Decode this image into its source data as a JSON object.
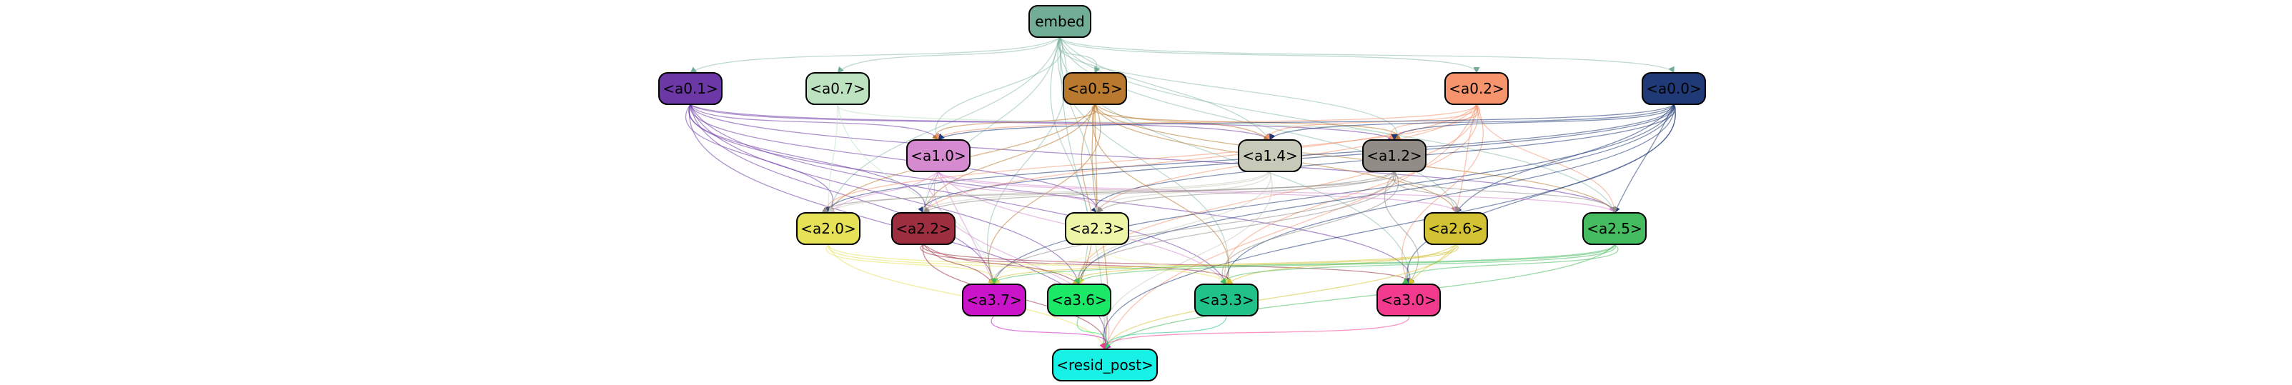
{
  "nodes": [
    {
      "id": "embed",
      "label": "embed",
      "color": "#72ad96"
    },
    {
      "id": "a0_1",
      "label": "<a0.1>",
      "color": "#6b38a6"
    },
    {
      "id": "a0_7",
      "label": "<a0.7>",
      "color": "#bce2c0"
    },
    {
      "id": "a0_5",
      "label": "<a0.5>",
      "color": "#b97a30"
    },
    {
      "id": "a0_2",
      "label": "<a0.2>",
      "color": "#f6946e"
    },
    {
      "id": "a0_0",
      "label": "<a0.0>",
      "color": "#1f3a77"
    },
    {
      "id": "a1_0",
      "label": "<a1.0>",
      "color": "#d68acf"
    },
    {
      "id": "a1_4",
      "label": "<a1.4>",
      "color": "#c8cab9"
    },
    {
      "id": "a1_2",
      "label": "<a1.2>",
      "color": "#918d86"
    },
    {
      "id": "a2_0",
      "label": "<a2.0>",
      "color": "#e6e257"
    },
    {
      "id": "a2_2",
      "label": "<a2.2>",
      "color": "#9c2e40"
    },
    {
      "id": "a2_3",
      "label": "<a2.3>",
      "color": "#eef5a7"
    },
    {
      "id": "a2_6",
      "label": "<a2.6>",
      "color": "#d3c233"
    },
    {
      "id": "a2_5",
      "label": "<a2.5>",
      "color": "#45bc5f"
    },
    {
      "id": "a3_7",
      "label": "<a3.7>",
      "color": "#c914c9"
    },
    {
      "id": "a3_6",
      "label": "<a3.6>",
      "color": "#1ae866"
    },
    {
      "id": "a3_3",
      "label": "<a3.3>",
      "color": "#21c18a"
    },
    {
      "id": "a3_0",
      "label": "<a3.0>",
      "color": "#f23b8e"
    },
    {
      "id": "resid_post",
      "label": "<resid_post>",
      "color": "#17f1e6"
    }
  ],
  "edges": [
    [
      "embed",
      "a0_1"
    ],
    [
      "embed",
      "a0_7"
    ],
    [
      "embed",
      "a0_5"
    ],
    [
      "embed",
      "a0_2"
    ],
    [
      "embed",
      "a0_0"
    ],
    [
      "embed",
      "a1_0"
    ],
    [
      "embed",
      "a1_4"
    ],
    [
      "embed",
      "a1_2"
    ],
    [
      "embed",
      "a2_0"
    ],
    [
      "embed",
      "a2_2"
    ],
    [
      "embed",
      "a2_3"
    ],
    [
      "embed",
      "a2_6"
    ],
    [
      "embed",
      "a2_5"
    ],
    [
      "embed",
      "a3_7"
    ],
    [
      "embed",
      "a3_6"
    ],
    [
      "embed",
      "a3_3"
    ],
    [
      "embed",
      "a3_0"
    ],
    [
      "embed",
      "resid_post"
    ],
    [
      "a0_1",
      "a1_0"
    ],
    [
      "a0_1",
      "a1_4"
    ],
    [
      "a0_1",
      "a1_2"
    ],
    [
      "a0_1",
      "a2_0"
    ],
    [
      "a0_1",
      "a2_2"
    ],
    [
      "a0_1",
      "a2_3"
    ],
    [
      "a0_1",
      "a2_5"
    ],
    [
      "a0_1",
      "a3_7"
    ],
    [
      "a0_1",
      "a3_6"
    ],
    [
      "a0_1",
      "a3_3"
    ],
    [
      "a0_1",
      "a3_0"
    ],
    [
      "a0_1",
      "resid_post"
    ],
    [
      "a0_7",
      "a1_2"
    ],
    [
      "a0_7",
      "a2_0"
    ],
    [
      "a0_7",
      "a3_7"
    ],
    [
      "a0_5",
      "a1_0"
    ],
    [
      "a0_5",
      "a1_4"
    ],
    [
      "a0_5",
      "a1_2"
    ],
    [
      "a0_5",
      "a2_0"
    ],
    [
      "a0_5",
      "a2_2"
    ],
    [
      "a0_5",
      "a2_3"
    ],
    [
      "a0_5",
      "a2_6"
    ],
    [
      "a0_5",
      "a2_5"
    ],
    [
      "a0_5",
      "a3_7"
    ],
    [
      "a0_5",
      "a3_6"
    ],
    [
      "a0_5",
      "a3_3"
    ],
    [
      "a0_5",
      "resid_post"
    ],
    [
      "a0_2",
      "a1_0"
    ],
    [
      "a0_2",
      "a1_4"
    ],
    [
      "a0_2",
      "a1_2"
    ],
    [
      "a0_2",
      "a2_0"
    ],
    [
      "a0_2",
      "a2_2"
    ],
    [
      "a0_2",
      "a2_3"
    ],
    [
      "a0_2",
      "a2_6"
    ],
    [
      "a0_2",
      "a2_5"
    ],
    [
      "a0_2",
      "a3_6"
    ],
    [
      "a0_2",
      "a3_3"
    ],
    [
      "a0_2",
      "a3_0"
    ],
    [
      "a0_2",
      "resid_post"
    ],
    [
      "a0_0",
      "a1_0"
    ],
    [
      "a0_0",
      "a1_4"
    ],
    [
      "a0_0",
      "a1_2"
    ],
    [
      "a0_0",
      "a2_0"
    ],
    [
      "a0_0",
      "a2_2"
    ],
    [
      "a0_0",
      "a2_3"
    ],
    [
      "a0_0",
      "a2_6"
    ],
    [
      "a0_0",
      "a2_5"
    ],
    [
      "a0_0",
      "a3_7"
    ],
    [
      "a0_0",
      "a3_6"
    ],
    [
      "a0_0",
      "a3_3"
    ],
    [
      "a0_0",
      "a3_0"
    ],
    [
      "a0_0",
      "resid_post"
    ],
    [
      "a1_0",
      "a2_0"
    ],
    [
      "a1_0",
      "a2_2"
    ],
    [
      "a1_0",
      "a2_3"
    ],
    [
      "a1_0",
      "a2_6"
    ],
    [
      "a1_0",
      "a2_5"
    ],
    [
      "a1_0",
      "a3_7"
    ],
    [
      "a1_0",
      "a3_3"
    ],
    [
      "a1_0",
      "resid_post"
    ],
    [
      "a1_4",
      "a2_0"
    ],
    [
      "a1_4",
      "a2_2"
    ],
    [
      "a1_4",
      "a2_3"
    ],
    [
      "a1_4",
      "a3_6"
    ],
    [
      "a1_4",
      "resid_post"
    ],
    [
      "a1_2",
      "a2_0"
    ],
    [
      "a1_2",
      "a2_2"
    ],
    [
      "a1_2",
      "a2_3"
    ],
    [
      "a1_2",
      "a2_6"
    ],
    [
      "a1_2",
      "a2_5"
    ],
    [
      "a1_2",
      "a3_7"
    ],
    [
      "a1_2",
      "a3_6"
    ],
    [
      "a1_2",
      "a3_3"
    ],
    [
      "a1_2",
      "a3_0"
    ],
    [
      "a2_0",
      "a3_7"
    ],
    [
      "a2_0",
      "a3_6"
    ],
    [
      "a2_0",
      "a3_3"
    ],
    [
      "a2_0",
      "resid_post"
    ],
    [
      "a2_2",
      "a3_7"
    ],
    [
      "a2_2",
      "a3_6"
    ],
    [
      "a2_2",
      "a3_3"
    ],
    [
      "a2_2",
      "a3_0"
    ],
    [
      "a2_2",
      "resid_post"
    ],
    [
      "a2_3",
      "a3_7"
    ],
    [
      "a2_3",
      "a3_3"
    ],
    [
      "a2_6",
      "a3_7"
    ],
    [
      "a2_6",
      "a3_6"
    ],
    [
      "a2_6",
      "a3_3"
    ],
    [
      "a2_6",
      "a3_0"
    ],
    [
      "a2_6",
      "resid_post"
    ],
    [
      "a2_5",
      "a3_7"
    ],
    [
      "a2_5",
      "a3_6"
    ],
    [
      "a2_5",
      "a3_3"
    ],
    [
      "a2_5",
      "a3_0"
    ],
    [
      "a2_5",
      "resid_post"
    ],
    [
      "a3_7",
      "resid_post"
    ],
    [
      "a3_6",
      "resid_post"
    ],
    [
      "a3_3",
      "resid_post"
    ],
    [
      "a3_0",
      "resid_post"
    ]
  ]
}
